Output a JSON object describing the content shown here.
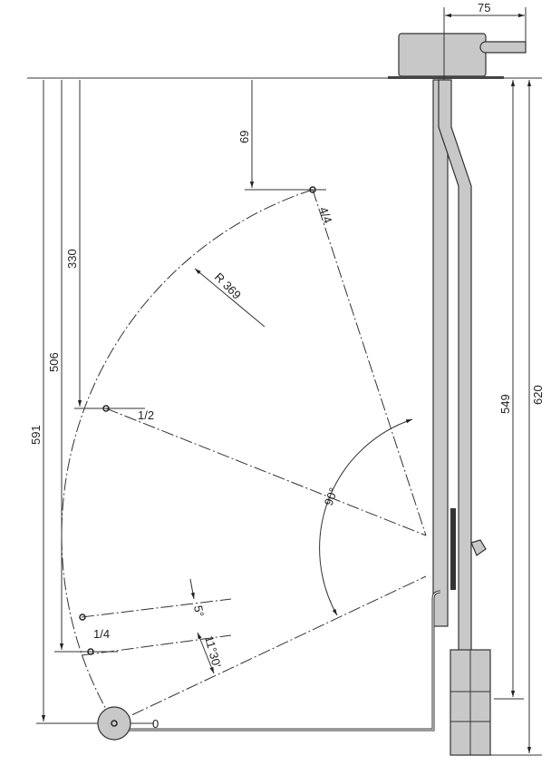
{
  "dimensions": {
    "housing_offset": "75",
    "depth_4_4": "69",
    "depth_1_2": "330",
    "depth_1_4": "506",
    "depth_0": "591",
    "rod_length": "549",
    "total_length": "620",
    "radius": "R 369",
    "sweep_angle": "90°",
    "angle_small": "5°",
    "angle_offset": "11°30'"
  },
  "positions": {
    "full": "4/4",
    "half": "1/2",
    "quarter": "1/4",
    "empty": "0"
  },
  "colors": {
    "part_fill": "#c8c8c8",
    "line": "#333333"
  }
}
